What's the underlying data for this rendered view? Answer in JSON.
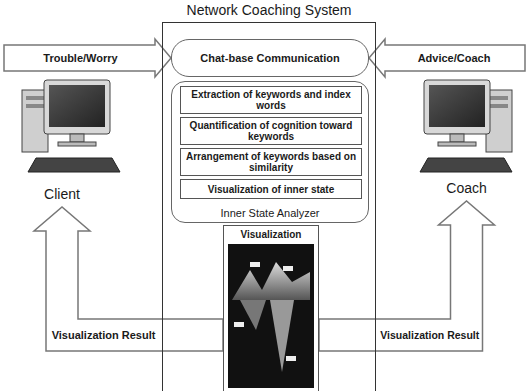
{
  "diagram": {
    "title": "Network Coaching System",
    "nodes": [
      {
        "text": [
          "Network Coaching System"
        ]
      },
      {
        "text": [
          "Chat-base Communication"
        ],
        "in": 0
      },
      {
        "text": [
          "Inner State Analyzer"
        ],
        "in": 0
      },
      {
        "text": [
          "Extraction of keywords and index words"
        ],
        "in": 2
      },
      {
        "text": [
          "Quantification of cognition toward keywords"
        ],
        "in": 2
      },
      {
        "text": [
          "Arrangement of keywords based on similarity"
        ],
        "in": 2
      },
      {
        "text": [
          "Visualization of inner state"
        ],
        "in": 2
      },
      {
        "text": [
          "Visualization"
        ],
        "in": 0
      },
      {
        "text": [
          "Client"
        ]
      },
      {
        "text": [
          "Coach"
        ]
      }
    ],
    "edges": [
      {
        "from": 8,
        "to": 1,
        "label": "Trouble/Worry",
        "arrow": "to"
      },
      {
        "from": 9,
        "to": 1,
        "label": "Advice/Coach",
        "arrow": "to"
      },
      {
        "from": 7,
        "to": 8,
        "label": "Visualization Result",
        "arrow": "to"
      },
      {
        "from": 7,
        "to": 9,
        "label": "Visualization Result",
        "arrow": "to"
      }
    ]
  }
}
